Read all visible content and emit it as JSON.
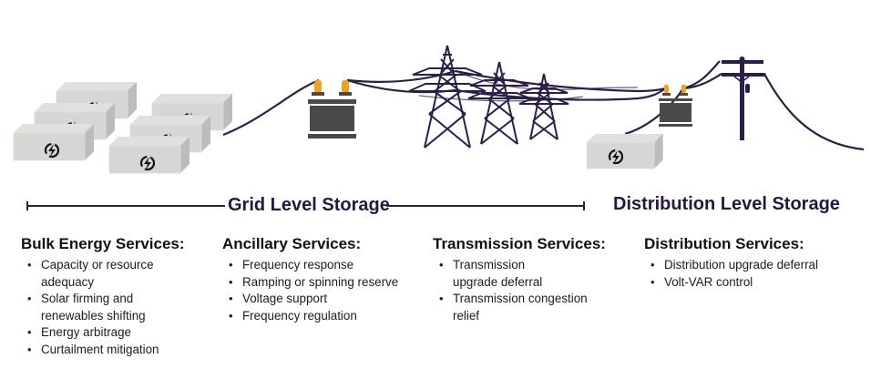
{
  "levels": {
    "grid": {
      "label": "Grid Level Storage"
    },
    "distribution": {
      "label": "Distribution Level Storage"
    }
  },
  "services": [
    {
      "title": "Bulk Energy Services:",
      "items": [
        "Capacity or resource adequacy",
        "Solar firming and renewables shifting",
        "Energy arbitrage",
        "Curtailment mitigation"
      ]
    },
    {
      "title": "Ancillary Services:",
      "items": [
        "Frequency response",
        "Ramping or spinning reserve",
        "Voltage support",
        "Frequency regulation"
      ]
    },
    {
      "title": "Transmission Services:",
      "items": [
        "Transmission upgrade deferral",
        "Transmission congestion relief"
      ]
    },
    {
      "title": "Distribution Services:",
      "items": [
        "Distribution upgrade deferral",
        "Volt-VAR control"
      ]
    }
  ],
  "illustration": {
    "icons": [
      "battery-storage-unit-icon",
      "lightning-bolt-icon",
      "transformer-icon",
      "transmission-tower-icon",
      "utility-pole-icon"
    ],
    "colors": {
      "wire": "#2b1f47",
      "battery_box": "#d4d4d4",
      "transformer_body": "#4a4a4a",
      "bushing": "#f0a11a",
      "heading": "#24183f"
    }
  }
}
